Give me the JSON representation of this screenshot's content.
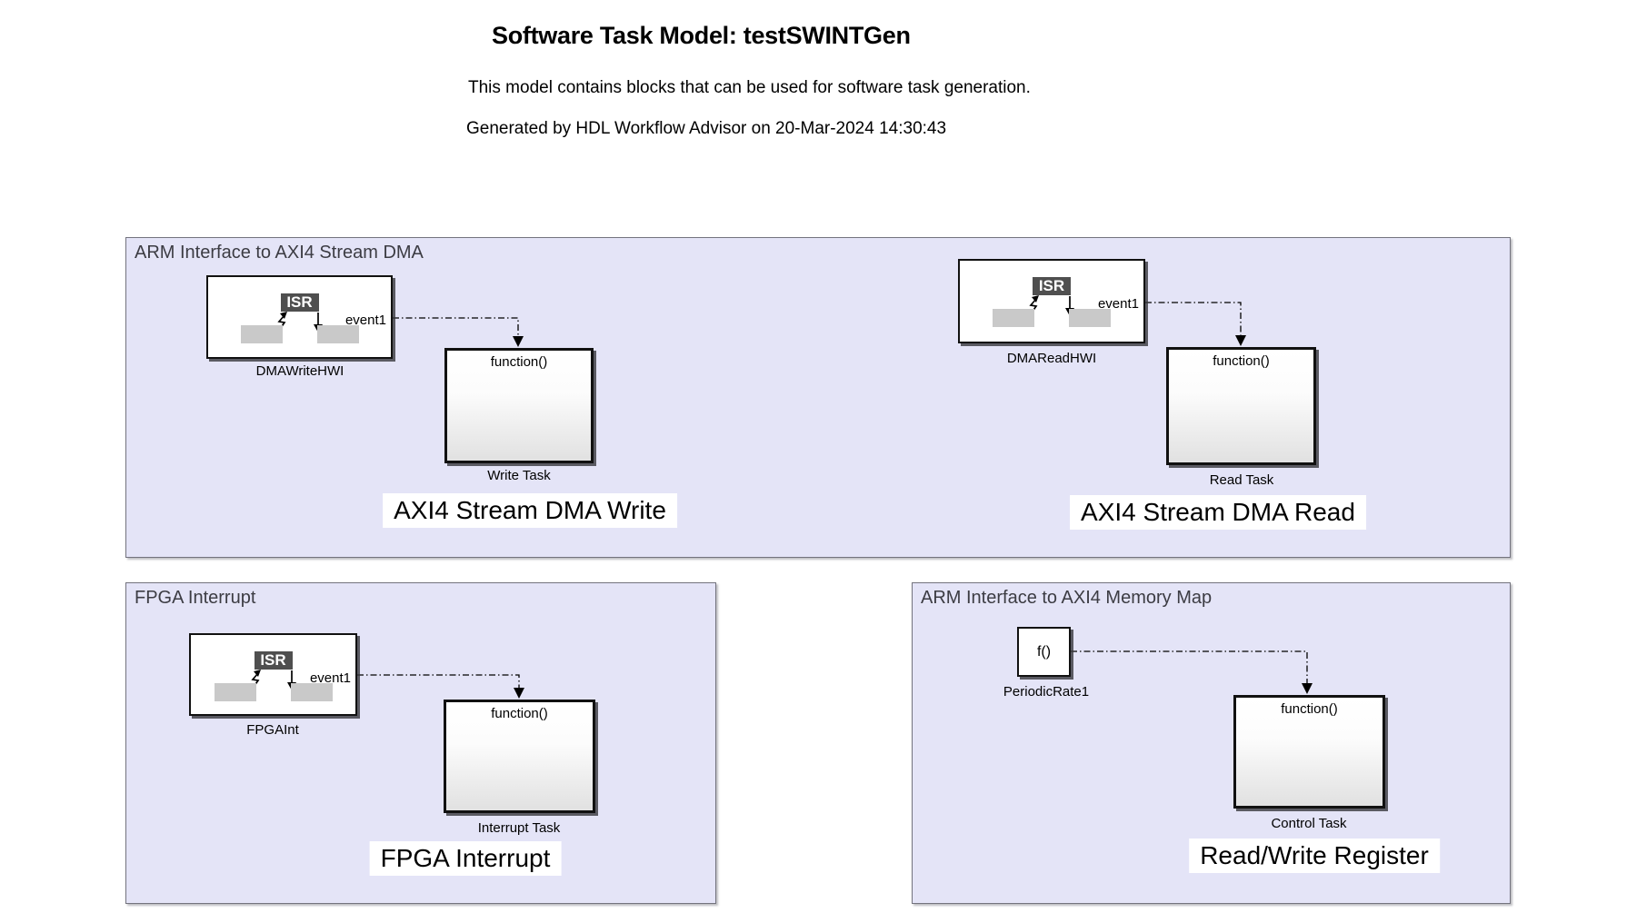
{
  "header": {
    "title": "Software Task Model: testSWINTGen",
    "description": "This model contains blocks that can be used for software task generation.",
    "generated_line": "Generated by HDL Workflow Advisor on 20-Mar-2024 14:30:43"
  },
  "regions": [
    {
      "title": "ARM Interface to AXI4 Stream DMA"
    },
    {
      "title": "FPGA Interrupt"
    },
    {
      "title": "ARM Interface to AXI4 Memory Map"
    }
  ],
  "blocks": {
    "dma_write_hwi": {
      "badge": "ISR",
      "port": "event1",
      "caption": "DMAWriteHWI"
    },
    "write_task": {
      "header": "function()",
      "caption": "Write Task"
    },
    "dma_read_hwi": {
      "badge": "ISR",
      "port": "event1",
      "caption": "DMAReadHWI"
    },
    "read_task": {
      "header": "function()",
      "caption": "Read Task"
    },
    "fpga_int": {
      "badge": "ISR",
      "port": "event1",
      "caption": "FPGAInt"
    },
    "interrupt_task": {
      "header": "function()",
      "caption": "Interrupt Task"
    },
    "periodic_rate1": {
      "text": "f()",
      "caption": "PeriodicRate1"
    },
    "control_task": {
      "header": "function()",
      "caption": "Control Task"
    }
  },
  "area_labels": {
    "dma_write": "AXI4 Stream DMA Write",
    "dma_read": "AXI4 Stream DMA Read",
    "fpga_interrupt": "FPGA Interrupt",
    "read_write_register": "Read/Write Register"
  },
  "colors": {
    "region_fill": "#E4E4F7",
    "region_border": "#73737E",
    "region_title": "#3C3C43",
    "block_border": "#111111",
    "isr_badge_bg": "#4F4F4F",
    "isr_badge_text": "#FFFFFF",
    "placeholder": "#C9C9C9",
    "wire": "#000000"
  }
}
